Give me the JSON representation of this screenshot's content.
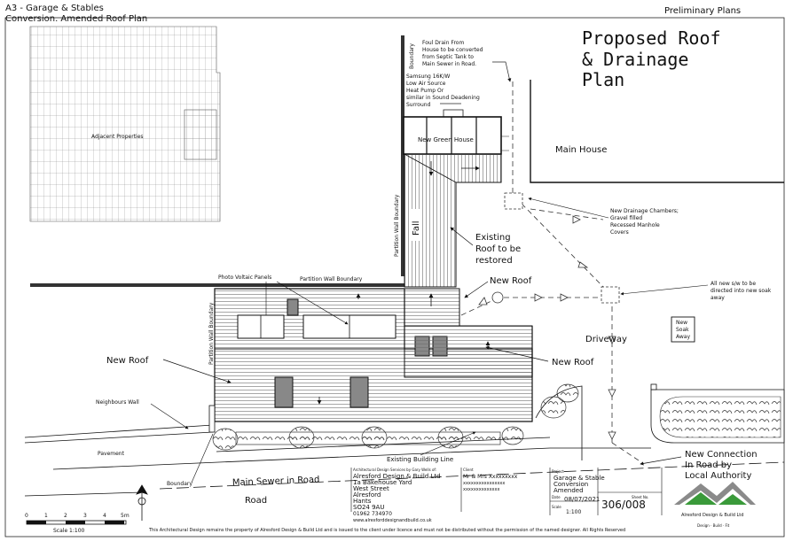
{
  "header": {
    "sheet_title_line1": "A3 - Garage & Stables",
    "sheet_title_line2": "Conversion. Amended Roof Plan",
    "stage": "Preliminary Plans"
  },
  "drawing_title": [
    "Proposed Roof",
    "& Drainage",
    "Plan"
  ],
  "labels": {
    "adjacent_properties": "Adjacent Properties",
    "boundary_top": "Boundary",
    "foul_drain": [
      "Foul Drain From",
      "House to be converted",
      "from Septic Tank to",
      "Main Sewer in Road."
    ],
    "heat_pump": [
      "Samsung 16K/W",
      "Low Air Source",
      "Heat Pump Or",
      "similar in Sound Deadening",
      "Surround"
    ],
    "green_house": "New Green House",
    "main_house": "Main House",
    "partition_wall_vertical": "Partition Wall Boundary",
    "fall": "Fall",
    "existing_roof": [
      "Existing",
      "Roof to be",
      "restored"
    ],
    "new_drainage": [
      "New Drainage Chambers;",
      "Gravel filled",
      "Recessed Manhole",
      "Covers"
    ],
    "photo_voltaic": "Photo Voltaic Panels",
    "partition_wall_horizontal": "Partition Wall Boundary",
    "partition_wall_left": "Partition Wall Boundary",
    "new_roof_upper": "New Roof",
    "new_roof_left": "New Roof",
    "new_roof_right": "New Roof",
    "sw_note": [
      "All new s/w to be",
      "directed into new soak",
      "away"
    ],
    "soak_away": [
      "New",
      "Soak",
      "Away"
    ],
    "driveway": "Driveway",
    "neighbours_wall": "Neighbours Wall",
    "pavement": "Pavement",
    "existing_building_line": "Existing Building Line",
    "boundary_bottom": "Boundary",
    "main_sewer": "Main Sewer in Road",
    "road": "Road",
    "new_connection": [
      "New Connection",
      "In Road by",
      "Local Authority"
    ]
  },
  "title_block": {
    "designer_caption": "Architectural Design Services by Gary Wells of:",
    "company_lines": [
      "Alresford Design & Build Ltd",
      "1a Bakehouse Yard",
      "West Street",
      "Alresford",
      "Hants",
      "SO24 9AU",
      "01962 734970",
      "www.alresforddesignandbuild.co.uk"
    ],
    "client_caption": "Client",
    "client_lines": [
      "Mr & Mrs Xxxxxxxxx",
      "xxxxxxxxxxxxxxxx",
      "xxxxxxxxxxxxxx"
    ],
    "project_caption": "Project",
    "project_lines": [
      "Garage & Stable",
      "Conversion",
      "Amended"
    ],
    "date_caption": "Date",
    "date": "08/07/2021",
    "scale_caption": "Scale",
    "scale": "1:100",
    "sheet_no_caption": "Sheet No.",
    "sheet_no": "306/008",
    "logo_name": "Alresford Design & Build Ltd",
    "logo_tagline": "Design · Build · Fit"
  },
  "scale_bar": {
    "ticks": [
      "0",
      "1",
      "2",
      "3",
      "4",
      "5m"
    ],
    "caption": "Scale 1:100"
  },
  "footer": "This Architectural Design remains the property of Alresford Design & Build Ltd and is issued to the client under licence and must not be distributed without the permission of the named designer. All Rights Reserved",
  "colors": {
    "line": "#111111",
    "hatch": "#6d6d6d",
    "logo_green": "#3a9a3a",
    "logo_grey": "#8a8a8a"
  }
}
